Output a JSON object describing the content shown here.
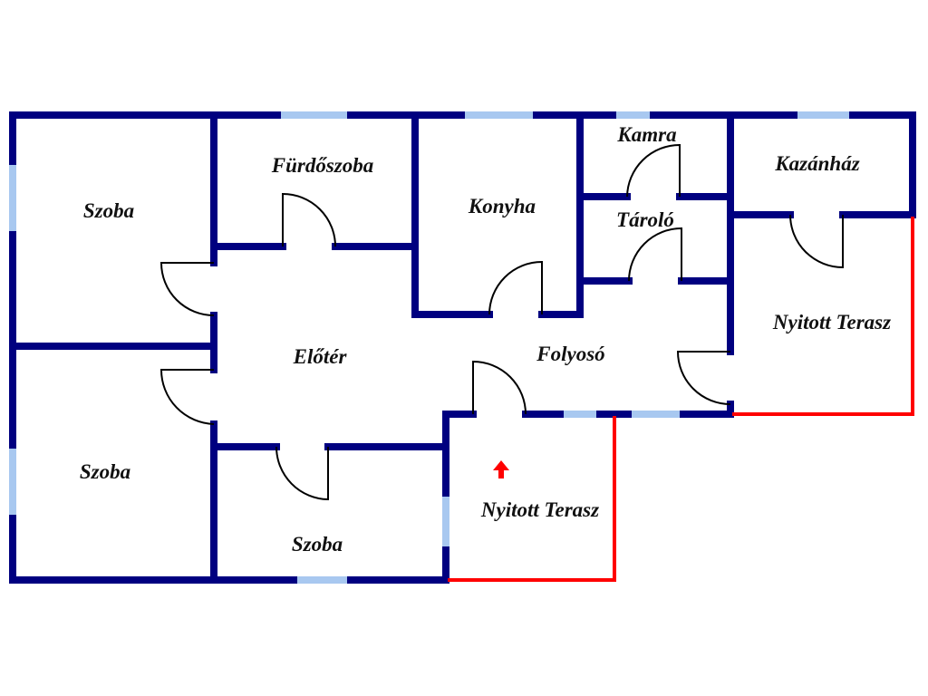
{
  "plan": {
    "colors": {
      "wall": "#000080",
      "window": "#a8c8f0",
      "open_edge": "#ff0000",
      "door": "#000000"
    },
    "rooms": [
      {
        "id": "szoba-1",
        "label": "Szoba"
      },
      {
        "id": "furdoszoba",
        "label": "Fürdőszoba"
      },
      {
        "id": "konyha",
        "label": "Konyha"
      },
      {
        "id": "kamra",
        "label": "Kamra"
      },
      {
        "id": "tarolo",
        "label": "Tároló"
      },
      {
        "id": "kazanhaz",
        "label": "Kazánház"
      },
      {
        "id": "nyitott-terasz-1",
        "label": "Nyitott Terasz"
      },
      {
        "id": "eloter",
        "label": "Előtér"
      },
      {
        "id": "folyoso",
        "label": "Folyosó"
      },
      {
        "id": "szoba-2",
        "label": "Szoba"
      },
      {
        "id": "szoba-3",
        "label": "Szoba"
      },
      {
        "id": "nyitott-terasz-2",
        "label": "Nyitott Terasz"
      }
    ],
    "entrance_icon": "arrow-up-icon"
  }
}
